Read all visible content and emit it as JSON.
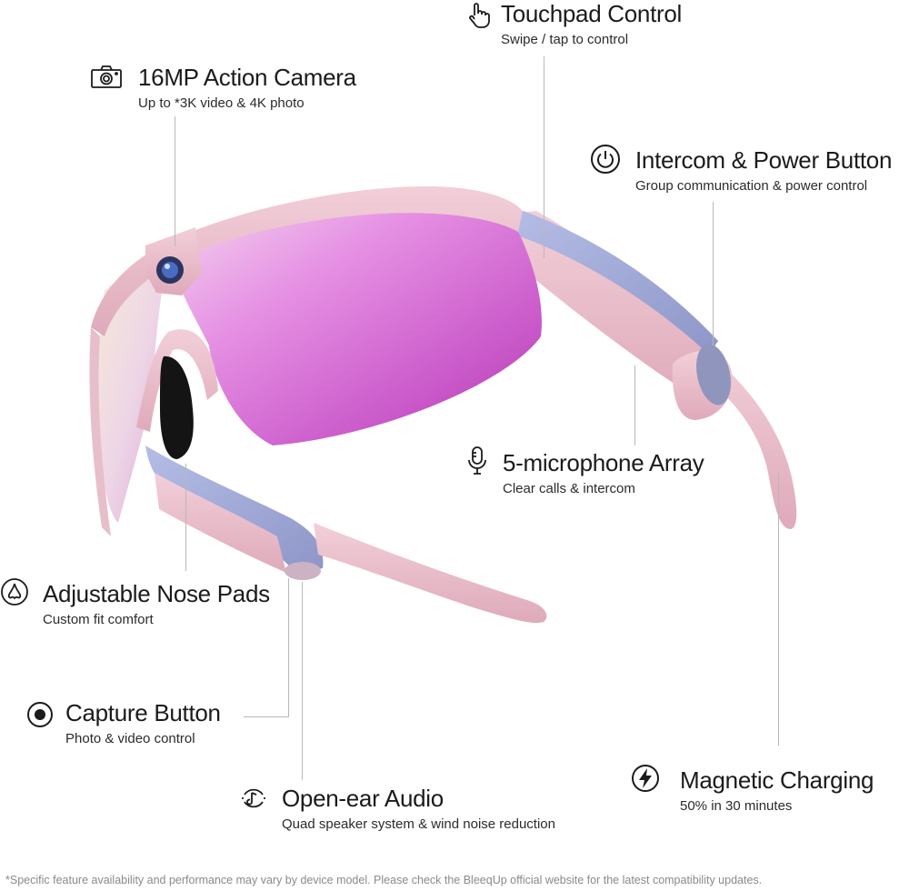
{
  "brand": "Bleequp",
  "colors": {
    "frame_pink": "#e9bcc8",
    "arm_blue": "#9fa8d6",
    "lens_magenta": "#d66ad7"
  },
  "features": {
    "touchpad": {
      "title": "Touchpad Control",
      "sub": "Swipe / tap to control",
      "icon": "hand-pointer-icon"
    },
    "camera": {
      "title": "16MP Action Camera",
      "sub": "Up to *3K video & 4K photo",
      "icon": "camera-icon"
    },
    "intercom": {
      "title": "Intercom & Power Button",
      "sub": "Group communication & power control",
      "icon": "power-icon"
    },
    "microphone": {
      "title": "5-microphone Array",
      "sub": "Clear calls & intercom",
      "icon": "microphone-icon"
    },
    "nose": {
      "title": "Adjustable Nose Pads",
      "sub": "Custom fit comfort",
      "icon": "nose-icon"
    },
    "capture": {
      "title": "Capture Button",
      "sub": "Photo & video control",
      "icon": "record-button-icon"
    },
    "audio": {
      "title": "Open-ear Audio",
      "sub": "Quad speaker system & wind noise reduction",
      "icon": "speaker-icon"
    },
    "charging": {
      "title": "Magnetic Charging",
      "sub": "50% in 30 minutes",
      "icon": "lightning-icon"
    }
  },
  "disclaimer": "*Specific feature availability and performance may vary by device model. Please check the BleeqUp official website for the latest compatibility updates."
}
